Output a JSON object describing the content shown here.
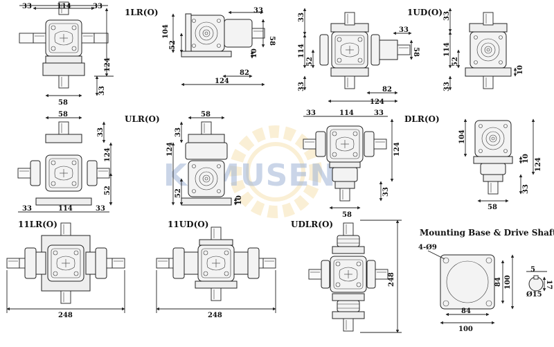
{
  "watermark": "KEMUSEN",
  "variants": {
    "base": {
      "dims": {
        "width": "114",
        "shaft_top": "33",
        "shaft_right": "33",
        "height": "124",
        "shaft_bottom": "33",
        "base": "58"
      }
    },
    "1LR": {
      "label": "1LR(O)",
      "dims": {
        "height": "104",
        "shaft": "33",
        "shaft_dia": "58",
        "center": "52",
        "base_h": "10",
        "offset": "82",
        "length": "124"
      }
    },
    "1UD": {
      "label": "1UD(O)",
      "dims": {
        "top": "33",
        "shaft": "33",
        "shaft_dia": "58",
        "height": "114",
        "center": "52",
        "bottom": "33",
        "offset": "82",
        "length": "124"
      }
    },
    "1UD_side": {
      "dims": {
        "top": "33",
        "height": "114",
        "center": "52",
        "base_h": "10",
        "bottom": "33"
      }
    },
    "base_2": {
      "dims": {
        "base": "58",
        "shaft": "33",
        "height": "124",
        "center": "52",
        "shaft_left": "33",
        "width": "114",
        "shaft_right": "33"
      }
    },
    "ULR": {
      "label": "ULR(O)",
      "dims": {
        "base": "58",
        "top": "33",
        "height": "124",
        "center": "52",
        "base_h": "10"
      }
    },
    "DLR_front": {
      "dims": {
        "shaft_left": "33",
        "width": "114",
        "shaft_right": "33",
        "height": "124",
        "bottom": "33",
        "base": "58"
      }
    },
    "DLR": {
      "label": "DLR(O)",
      "dims": {
        "height": "104",
        "base_h": "10",
        "total": "124",
        "bottom": "33",
        "base": "58"
      }
    },
    "11LR": {
      "label": "11LR(O)",
      "dims": {
        "length": "248"
      }
    },
    "11UD": {
      "label": "11UD(O)",
      "dims": {
        "length": "248"
      }
    },
    "UDLR": {
      "label": "UDLR(O)",
      "dims": {
        "height": "248"
      }
    },
    "mount": {
      "title": "Mounting Base & Drive Shaft",
      "dims": {
        "holes": "4-Ø9",
        "inner": "84",
        "outer": "100",
        "inner_h": "84",
        "outer_h": "100",
        "key": "5",
        "shaft_h": "17",
        "shaft_dia": "Ø15"
      }
    }
  }
}
